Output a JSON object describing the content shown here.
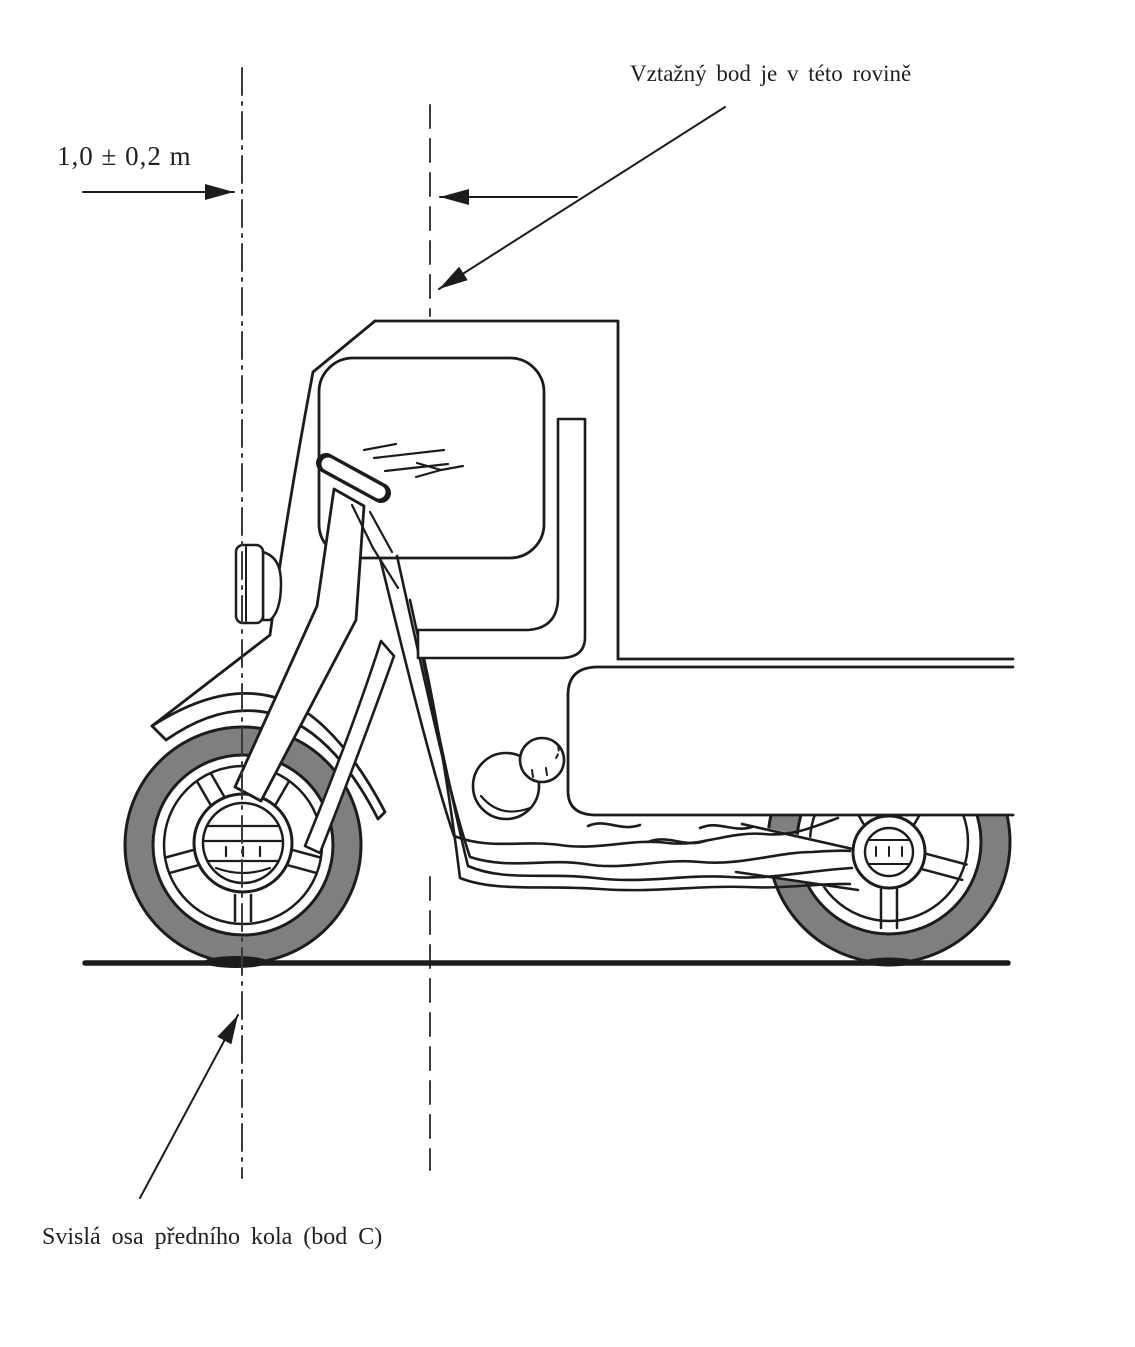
{
  "diagram": {
    "title_hint": "Three-wheeled moped reference-point measurement diagram",
    "labels": {
      "reference_plane": "Vztažný bod je v této rovině",
      "distance": "1,0 ± 0,2 m",
      "front_wheel_axis": "Svislá osa předního kola (bod C)"
    },
    "colors": {
      "line": "#1c1c1c",
      "tire_gray": "#7f7f7f",
      "background": "#ffffff"
    }
  }
}
